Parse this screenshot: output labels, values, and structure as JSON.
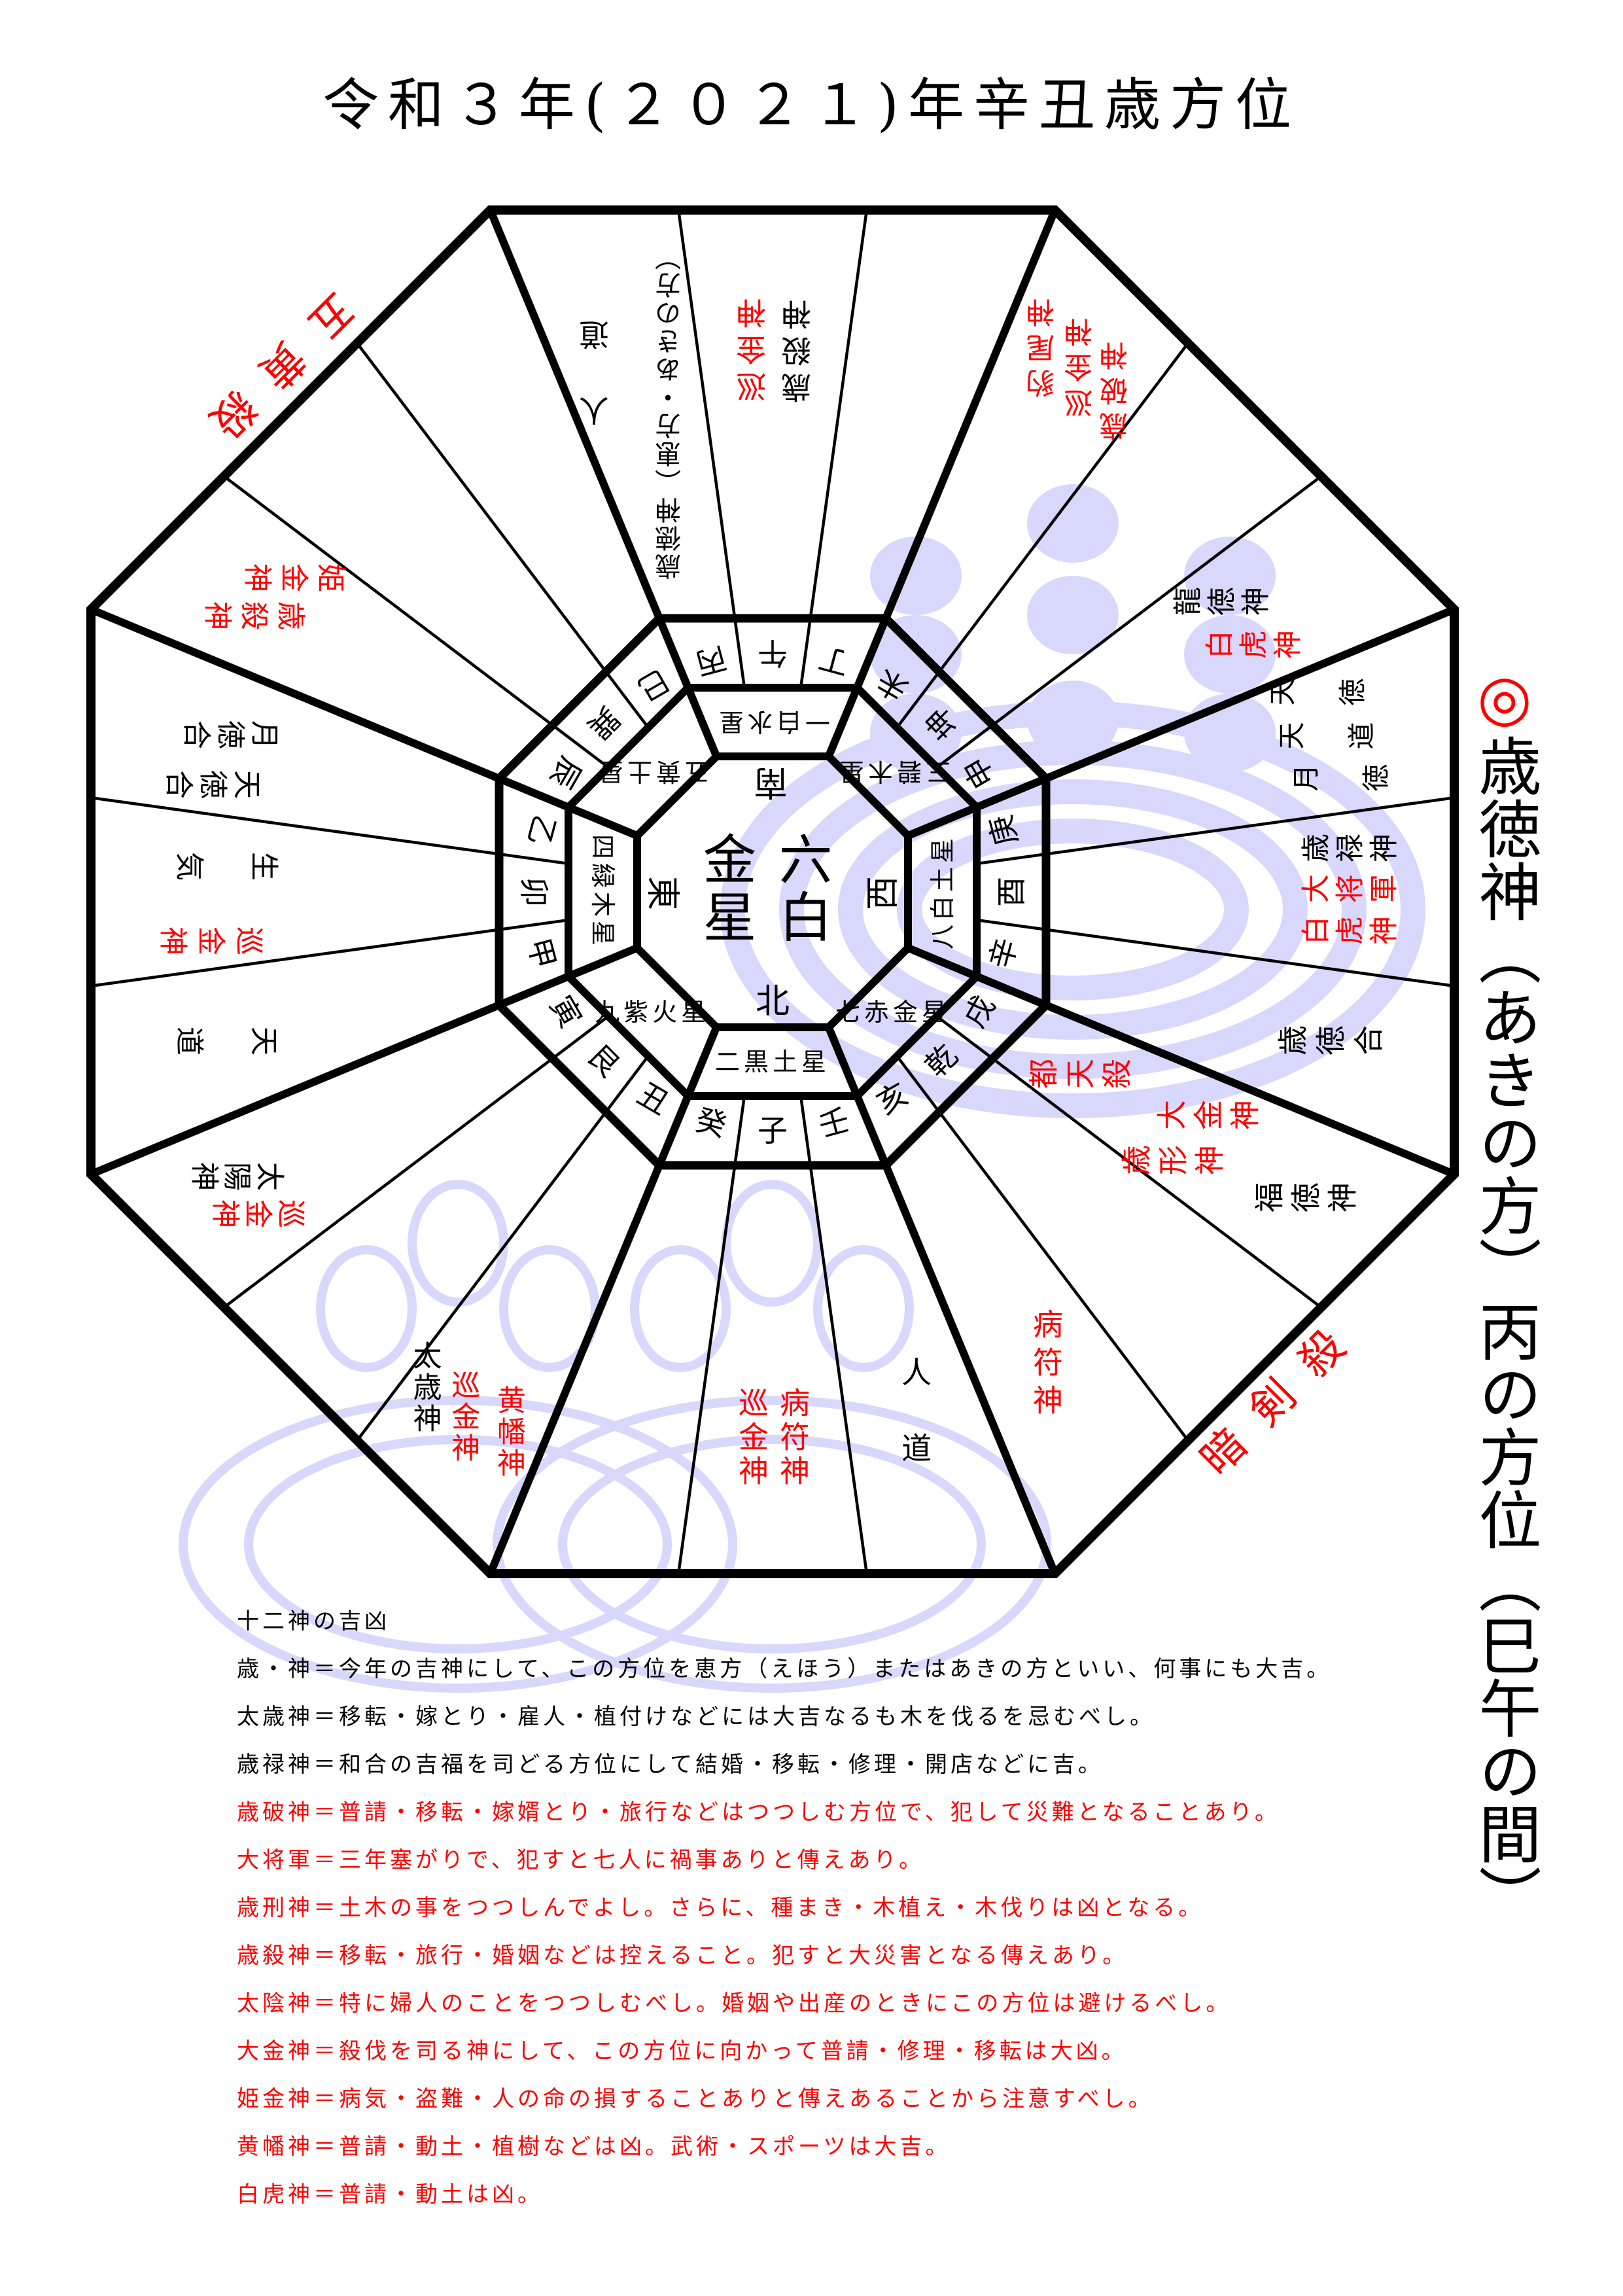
{
  "title": "令和３年(２０２１)年辛丑歳方位",
  "colors": {
    "ink": "#000000",
    "red": "#ff0000",
    "watermark": "#d8d8fc"
  },
  "center": {
    "star_line1": "六白",
    "star_line2": "金星",
    "south": "南",
    "north": "北",
    "east": "東",
    "west": "西"
  },
  "nine_stars": {
    "south": "一白水星",
    "southwest": "三碧木星",
    "west": "八白土星",
    "northwest": "七赤金星",
    "north": "二黒土星",
    "northeast": "九紫火星",
    "east": "四緑木星",
    "southeast": "五黄土星"
  },
  "directions": [
    "丙",
    "午",
    "丁",
    "未",
    "坤",
    "申",
    "庚",
    "酉",
    "辛",
    "戌",
    "乾",
    "亥",
    "壬",
    "子",
    "癸",
    "丑",
    "艮",
    "寅",
    "甲",
    "卯",
    "乙",
    "辰",
    "巽",
    "巳"
  ],
  "gods": [
    {
      "cell": "丙",
      "text": "人道",
      "color": "black"
    },
    {
      "cell": "丙",
      "text": "歳徳神（恵方・あきの方）",
      "color": "black"
    },
    {
      "cell": "午",
      "text": "歳殺神",
      "color": "black"
    },
    {
      "cell": "午",
      "text": "巡金神",
      "color": "red"
    },
    {
      "cell": "未",
      "text": "豹尾神",
      "color": "red"
    },
    {
      "cell": "未",
      "text": "巡金神",
      "color": "red"
    },
    {
      "cell": "未",
      "text": "歳破神",
      "color": "red"
    },
    {
      "cell": "申",
      "text": "龍徳神",
      "color": "black"
    },
    {
      "cell": "申",
      "text": "白虎神",
      "color": "red"
    },
    {
      "cell": "庚",
      "text": "天徳",
      "color": "black"
    },
    {
      "cell": "庚",
      "text": "天道",
      "color": "black"
    },
    {
      "cell": "庚",
      "text": "月徳",
      "color": "black"
    },
    {
      "cell": "酉",
      "text": "歳禄神",
      "color": "black"
    },
    {
      "cell": "酉",
      "text": "大将軍",
      "color": "red"
    },
    {
      "cell": "酉",
      "text": "白虎神",
      "color": "red"
    },
    {
      "cell": "辛",
      "text": "歳徳合",
      "color": "black"
    },
    {
      "cell": "戌",
      "text": "都天殺",
      "color": "red"
    },
    {
      "cell": "戌",
      "text": "大金神",
      "color": "red"
    },
    {
      "cell": "戌",
      "text": "歳形神",
      "color": "red"
    },
    {
      "cell": "戌",
      "text": "福徳神",
      "color": "black"
    },
    {
      "cell": "亥",
      "text": "病符神",
      "color": "red"
    },
    {
      "cell": "壬",
      "text": "人道",
      "color": "black"
    },
    {
      "cell": "子",
      "text": "病符神",
      "color": "red"
    },
    {
      "cell": "子",
      "text": "巡金神",
      "color": "red"
    },
    {
      "cell": "丑",
      "text": "黄幡神",
      "color": "red"
    },
    {
      "cell": "丑",
      "text": "巡金神",
      "color": "red"
    },
    {
      "cell": "丑",
      "text": "太歳神",
      "color": "black"
    },
    {
      "cell": "寅",
      "text": "巡金神",
      "color": "red"
    },
    {
      "cell": "寅",
      "text": "太陽神",
      "color": "black"
    },
    {
      "cell": "卯",
      "text": "生気",
      "color": "black"
    },
    {
      "cell": "卯",
      "text": "巡金神",
      "color": "red"
    },
    {
      "cell": "甲",
      "text": "天道",
      "color": "black"
    },
    {
      "cell": "乙",
      "text": "天徳合",
      "color": "black"
    },
    {
      "cell": "乙",
      "text": "月徳合",
      "color": "black"
    },
    {
      "cell": "辰",
      "text": "歳殺神",
      "color": "red"
    },
    {
      "cell": "辰",
      "text": "姫金神",
      "color": "red"
    }
  ],
  "outer_labels": {
    "gooh_satsu": "五黄殺",
    "anken_satsu": "暗剣殺"
  },
  "ehou": {
    "mark": "◎",
    "text": "歳徳神（あきの方）丙の方位（巳午の間）"
  },
  "legend": {
    "heading": "十二神の吉凶",
    "items": [
      {
        "text": "歳・神＝今年の吉神にして、この方位を恵方（えほう）またはあきの方といい、何事にも大吉。",
        "color": "black"
      },
      {
        "text": "太歳神＝移転・嫁とり・雇人・植付けなどには大吉なるも木を伐るを忌むべし。",
        "color": "black"
      },
      {
        "text": "歳禄神＝和合の吉福を司どる方位にして結婚・移転・修理・開店などに吉。",
        "color": "black"
      },
      {
        "text": "歳破神＝普請・移転・嫁婿とり・旅行などはつつしむ方位で、犯して災難となることあり。",
        "color": "red"
      },
      {
        "text": "大将軍＝三年塞がりで、犯すと七人に禍事ありと傳えあり。",
        "color": "red"
      },
      {
        "text": "歳刑神＝土木の事をつつしんでよし。さらに、種まき・木植え・木伐りは凶となる。",
        "color": "red"
      },
      {
        "text": "歳殺神＝移転・旅行・婚姻などは控えること。犯すと大災害となる傳えあり。",
        "color": "red"
      },
      {
        "text": "太陰神＝特に婦人のことをつつしむべし。婚姻や出産のときにこの方位は避けるべし。",
        "color": "red"
      },
      {
        "text": "大金神＝殺伐を司る神にして、この方位に向かって普請・修理・移転は大凶。",
        "color": "red"
      },
      {
        "text": "姫金神＝病気・盗難・人の命の損することありと傳えあることから注意すべし。",
        "color": "red"
      },
      {
        "text": "黄幡神＝普請・動土・植樹などは凶。武術・スポーツは大吉。",
        "color": "red"
      },
      {
        "text": "白虎神＝普請・動土は凶。",
        "color": "red"
      }
    ]
  }
}
